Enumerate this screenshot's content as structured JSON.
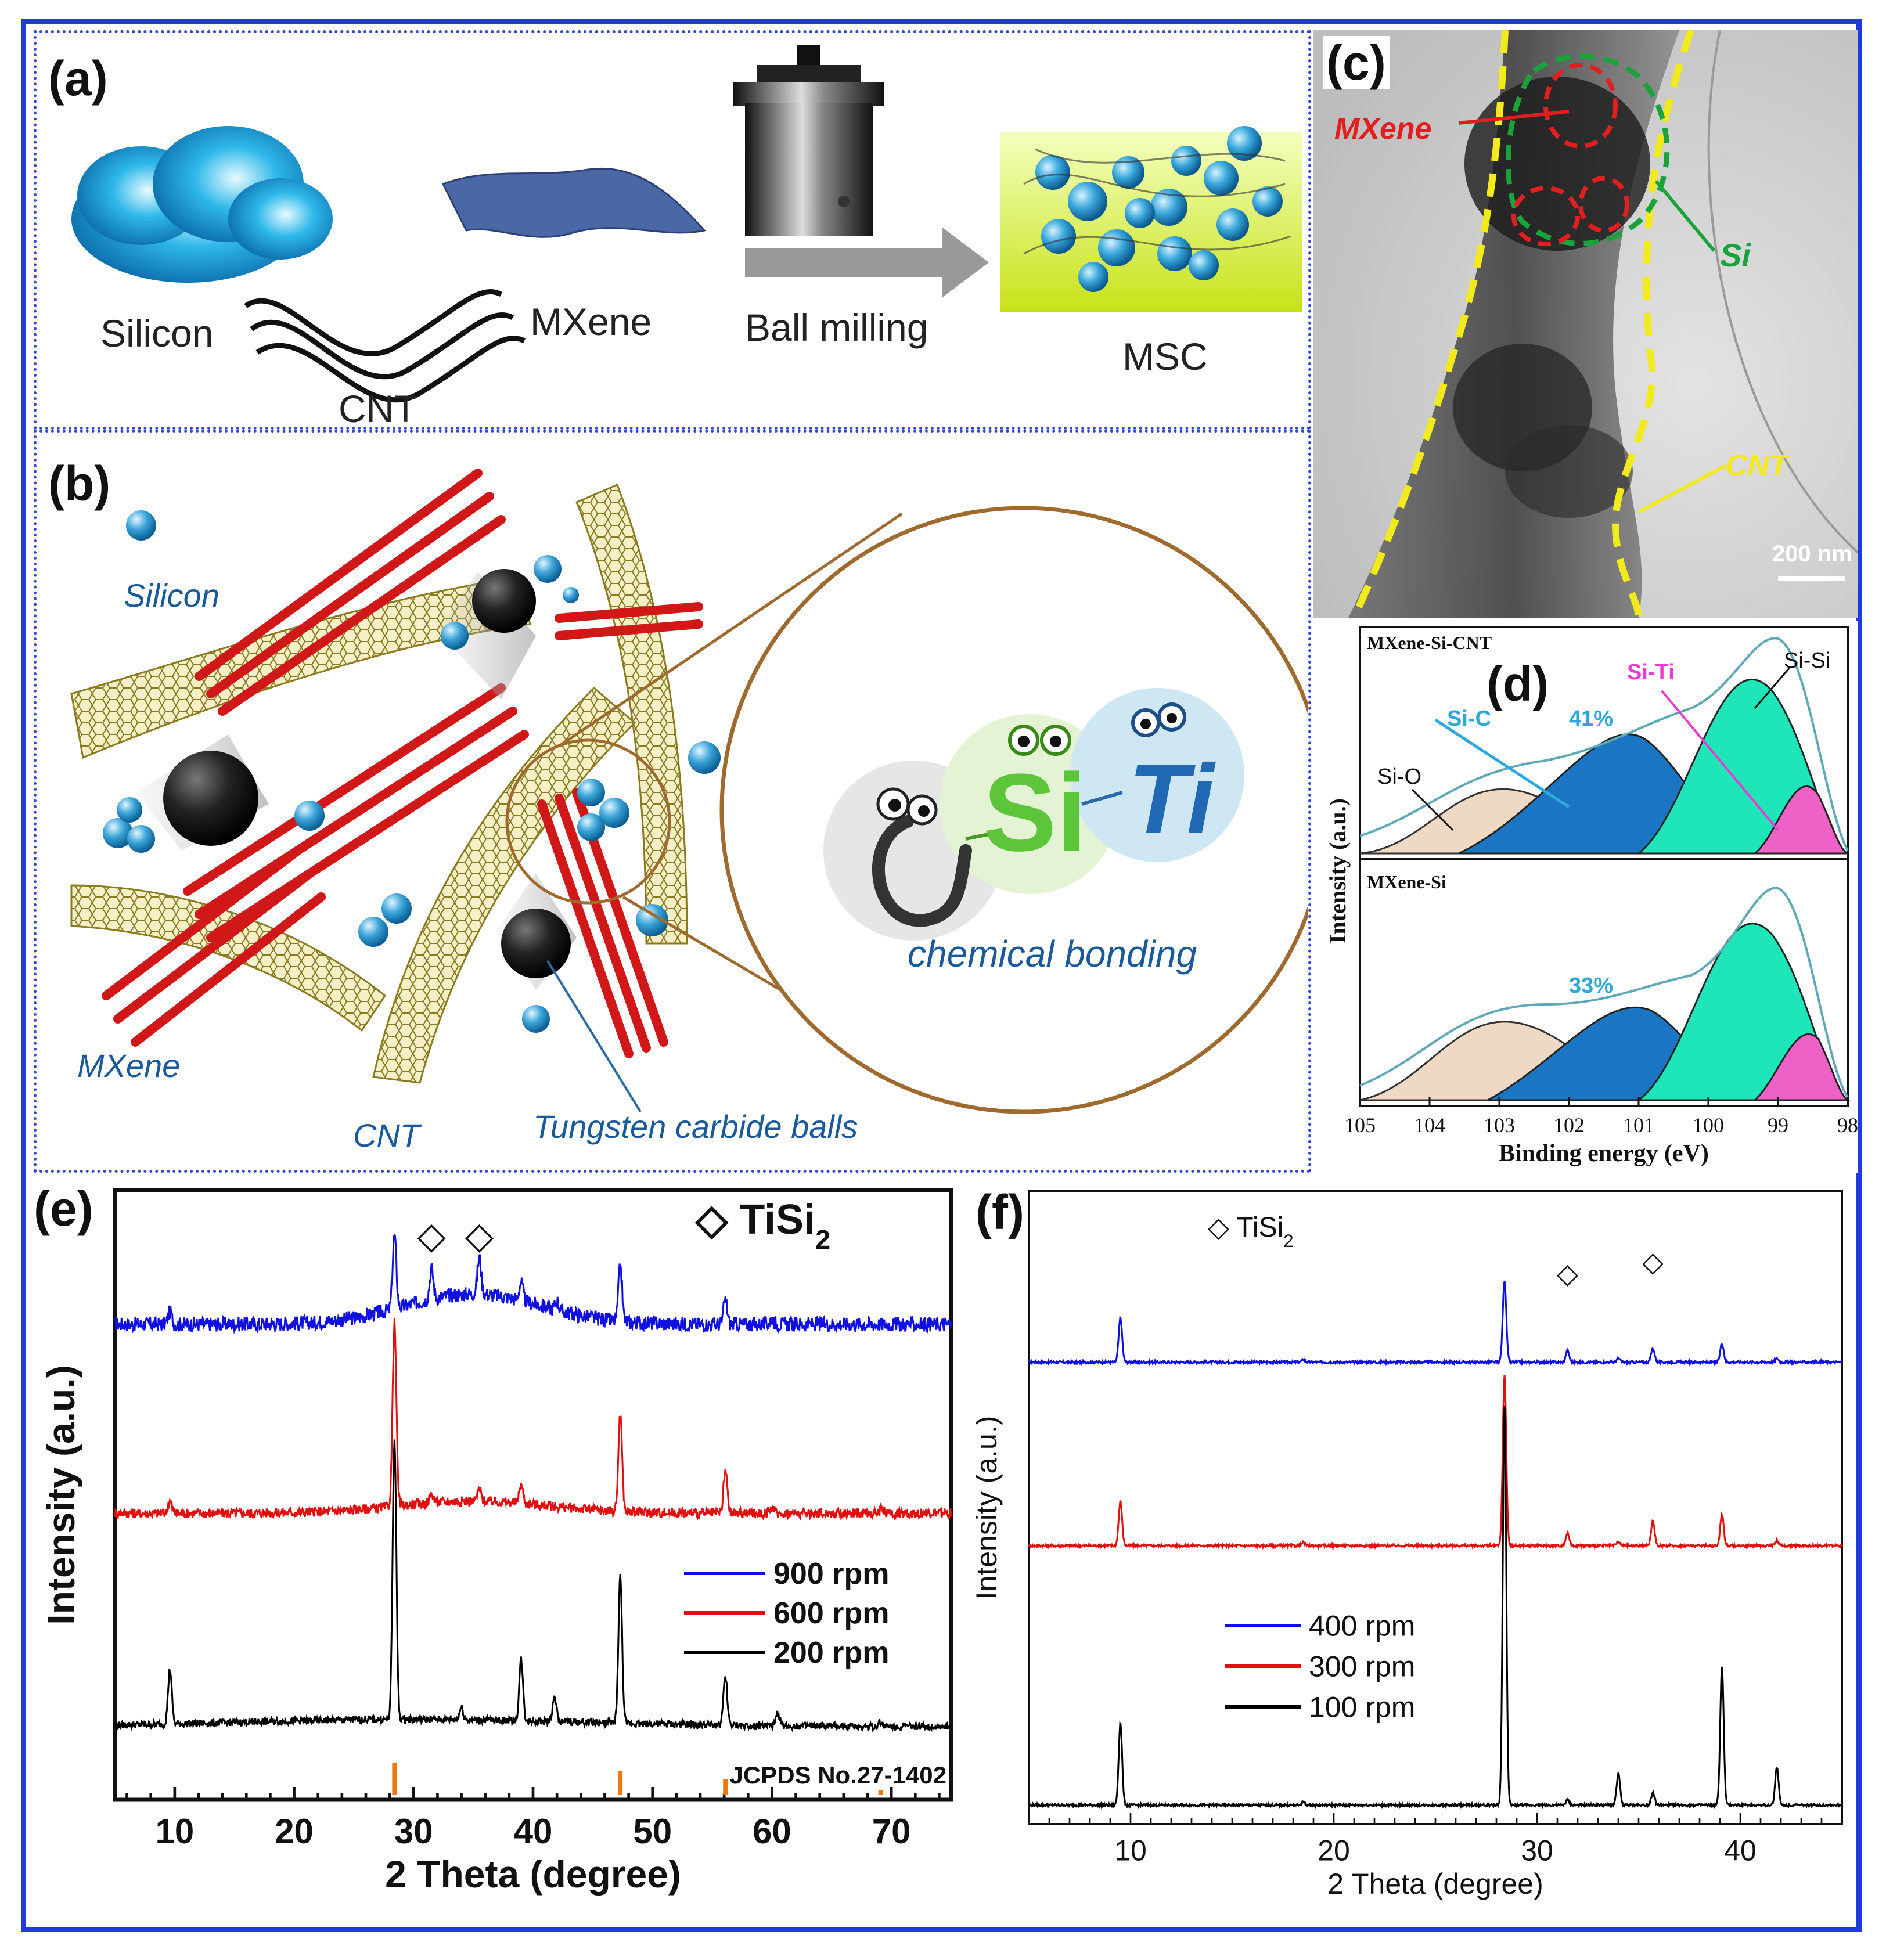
{
  "panel_a": {
    "label": "(a)",
    "silicon": "Silicon",
    "cnt": "CNT",
    "mxene": "MXene",
    "ball_milling": "Ball milling",
    "msc": "MSC"
  },
  "panel_b": {
    "label": "(b)",
    "silicon": "Silicon",
    "mxene": "MXene",
    "cnt": "CNT",
    "balls": "Tungsten carbide balls",
    "bonding": "chemical bonding",
    "cartoon_c": "C",
    "cartoon_si": "Si",
    "cartoon_ti": "Ti"
  },
  "panel_c": {
    "label": "(c)",
    "mxene": "MXene",
    "si": "Si",
    "cnt": "CNT",
    "scale": "200 nm"
  },
  "panel_d": {
    "label": "(d)",
    "top_title": "MXene-Si-CNT",
    "bottom_title": "MXene-Si",
    "ylabel": "Intensity (a.u.)",
    "xlabel": "Binding energy (eV)",
    "si_o": "Si-O",
    "si_c": "Si-C",
    "si_ti": "Si-Ti",
    "si_si": "Si-Si",
    "pct_top": "41%",
    "pct_bottom": "33%",
    "ticks": [
      "105",
      "104",
      "103",
      "102",
      "101",
      "100",
      "99",
      "98"
    ]
  },
  "panel_e": {
    "label": "(e)",
    "legend_marker": "TiSi2",
    "ref": "JCPDS No.27-1402"
  },
  "panel_f": {
    "label": "(f)",
    "legend_marker": "TiSi2"
  },
  "chart_data": [
    {
      "type": "line",
      "title": "(e)",
      "xlabel": "2 Theta (degree)",
      "ylabel": "Intensity (a.u.)",
      "xlim": [
        5,
        75
      ],
      "xticks": [
        10,
        20,
        30,
        40,
        50,
        60,
        70
      ],
      "series": [
        {
          "name": "900 rpm",
          "color": "#1010e0",
          "baseline": 0.78,
          "noise": 0.012,
          "bump": [
            [
              35,
              8,
              0.05
            ]
          ],
          "peaks": [
            [
              9.6,
              0.02
            ],
            [
              28.4,
              0.12
            ],
            [
              31.5,
              0.05
            ],
            [
              35.5,
              0.06
            ],
            [
              39.0,
              0.03
            ],
            [
              42.0,
              0.015
            ],
            [
              47.3,
              0.09
            ],
            [
              56.1,
              0.04
            ],
            [
              60.0,
              0.01
            ]
          ]
        },
        {
          "name": "600 rpm",
          "color": "#e01010",
          "baseline": 0.47,
          "noise": 0.008,
          "bump": [
            [
              35,
              9,
              0.02
            ]
          ],
          "peaks": [
            [
              9.6,
              0.02
            ],
            [
              28.4,
              0.3
            ],
            [
              31.5,
              0.015
            ],
            [
              35.5,
              0.02
            ],
            [
              39.0,
              0.03
            ],
            [
              47.3,
              0.16
            ],
            [
              56.1,
              0.07
            ],
            [
              60.0,
              0.01
            ],
            [
              69.2,
              0.008
            ]
          ]
        },
        {
          "name": "200 rpm",
          "color": "#000000",
          "baseline": 0.12,
          "noise": 0.006,
          "bump": [
            [
              30,
              20,
              0.012
            ]
          ],
          "peaks": [
            [
              9.6,
              0.09
            ],
            [
              28.4,
              0.46
            ],
            [
              34.0,
              0.02
            ],
            [
              39.0,
              0.1
            ],
            [
              41.8,
              0.04
            ],
            [
              47.3,
              0.24
            ],
            [
              56.1,
              0.08
            ],
            [
              60.5,
              0.02
            ],
            [
              69.1,
              0.008
            ]
          ]
        }
      ],
      "reference_lines": {
        "name": "JCPDS No.27-1402",
        "color": "#e87a10",
        "positions": [
          28.4,
          47.3,
          56.1,
          69.1
        ],
        "heights": [
          1,
          0.75,
          0.5,
          0.15
        ]
      },
      "markers": {
        "symbol": "◇",
        "x": [
          31.5,
          35.5
        ]
      }
    },
    {
      "type": "line",
      "title": "(f)",
      "xlabel": "2 Theta (degree)",
      "ylabel": "Intensity (a.u.)",
      "xlim": [
        5,
        45
      ],
      "xticks": [
        10,
        20,
        30,
        40
      ],
      "series": [
        {
          "name": "400 rpm",
          "color": "#1010e0",
          "baseline": 0.73,
          "noise": 0.002,
          "bump": [],
          "peaks": [
            [
              9.5,
              0.07
            ],
            [
              18.5,
              0.004
            ],
            [
              28.4,
              0.13
            ],
            [
              31.5,
              0.018
            ],
            [
              34.0,
              0.006
            ],
            [
              35.7,
              0.022
            ],
            [
              39.1,
              0.03
            ],
            [
              41.8,
              0.006
            ]
          ]
        },
        {
          "name": "300 rpm",
          "color": "#e01010",
          "baseline": 0.44,
          "noise": 0.002,
          "bump": [],
          "peaks": [
            [
              9.5,
              0.07
            ],
            [
              18.5,
              0.005
            ],
            [
              28.4,
              0.27
            ],
            [
              31.5,
              0.02
            ],
            [
              34.0,
              0.006
            ],
            [
              35.7,
              0.04
            ],
            [
              39.1,
              0.05
            ],
            [
              41.8,
              0.008
            ]
          ]
        },
        {
          "name": "100 rpm",
          "color": "#000000",
          "baseline": 0.03,
          "noise": 0.002,
          "bump": [],
          "peaks": [
            [
              9.5,
              0.13
            ],
            [
              18.5,
              0.005
            ],
            [
              28.4,
              0.63
            ],
            [
              31.5,
              0.008
            ],
            [
              34.0,
              0.05
            ],
            [
              35.7,
              0.02
            ],
            [
              39.1,
              0.22
            ],
            [
              41.8,
              0.06
            ]
          ]
        }
      ],
      "markers": {
        "symbol": "◇",
        "x": [
          31.5,
          35.7
        ]
      }
    }
  ]
}
